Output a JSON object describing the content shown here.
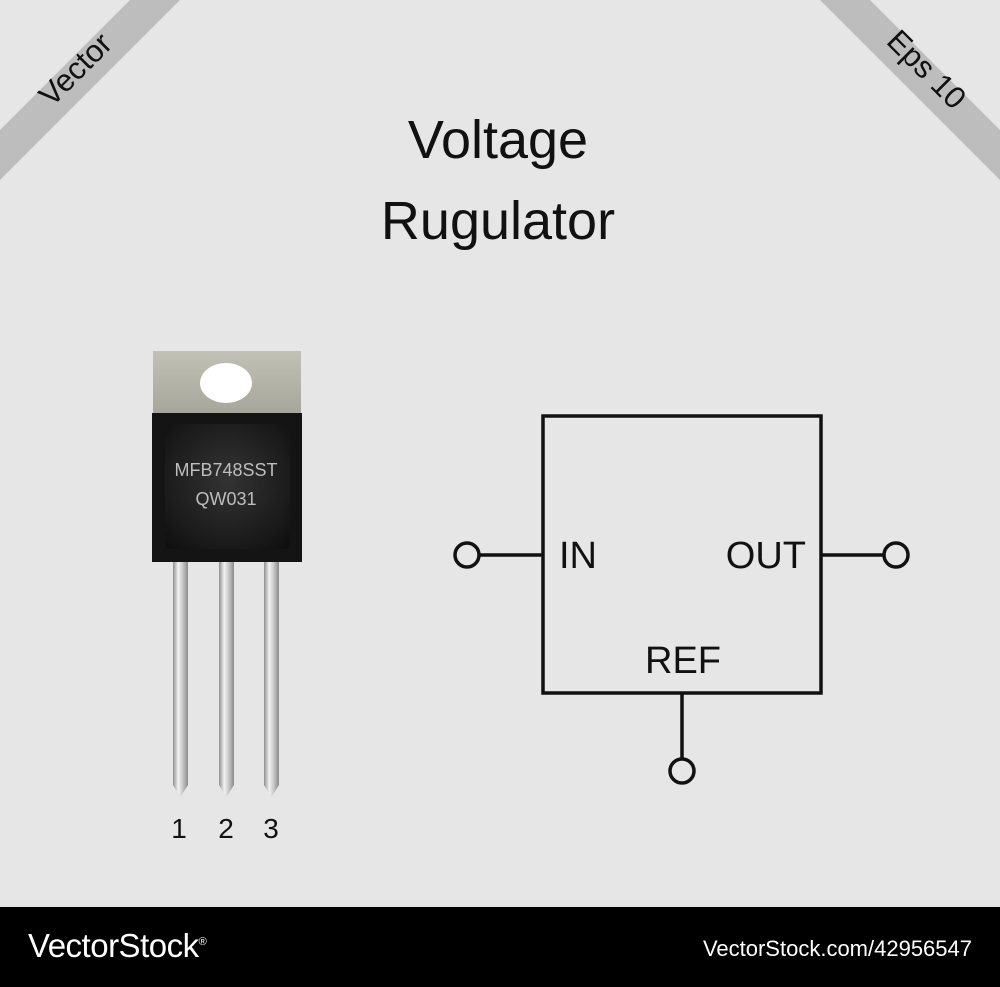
{
  "corner_ribbons": {
    "left": "Vector",
    "right": "Eps 10"
  },
  "title": {
    "line1": "Voltage",
    "line2": "Rugulator"
  },
  "component": {
    "marking_line1": "MFB748SST",
    "marking_line2": "QW031",
    "pins": [
      "1",
      "2",
      "3"
    ]
  },
  "schematic": {
    "input_label": "IN",
    "output_label": "OUT",
    "reference_label": "REF"
  },
  "footer": {
    "brand": "VectorStock",
    "brand_mark": "®",
    "image_id": "VectorStock.com/42956547"
  },
  "colors": {
    "background": "#e6e6e6",
    "ribbon": "#bdbdbd",
    "tab_metal": "#b4b3a7",
    "body_dark": "#1c1c1c",
    "footer": "#000000"
  }
}
